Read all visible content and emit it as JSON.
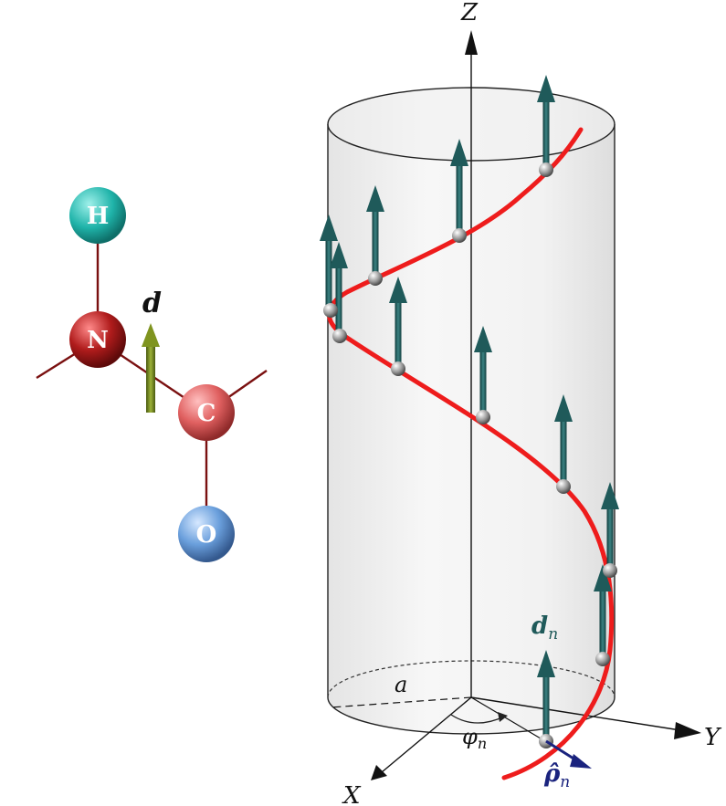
{
  "molecule": {
    "atoms": {
      "H": "H",
      "N": "N",
      "C": "C",
      "O": "O"
    },
    "dipole_label": "d",
    "colors": {
      "H": "#1fb3a9",
      "N": "#b01c1c",
      "C": "#e06060",
      "O": "#6a9fdc",
      "bond": "#7a1010",
      "dipole": "#6b7f1a"
    }
  },
  "helix": {
    "axis_labels": {
      "z": "Z",
      "y": "Y",
      "x": "X"
    },
    "radius_label": "a",
    "angle_label": "φ",
    "angle_subscript": "n",
    "dipole_label": "d",
    "dipole_subscript": "n",
    "radial_label": "ρ̂",
    "radial_subscript": "n",
    "colors": {
      "helix": "#ee1c1c",
      "arrows": "#1f5a5a",
      "radial_arrow": "#1a237e",
      "cylinder_fill": "#e9e9e9"
    }
  }
}
